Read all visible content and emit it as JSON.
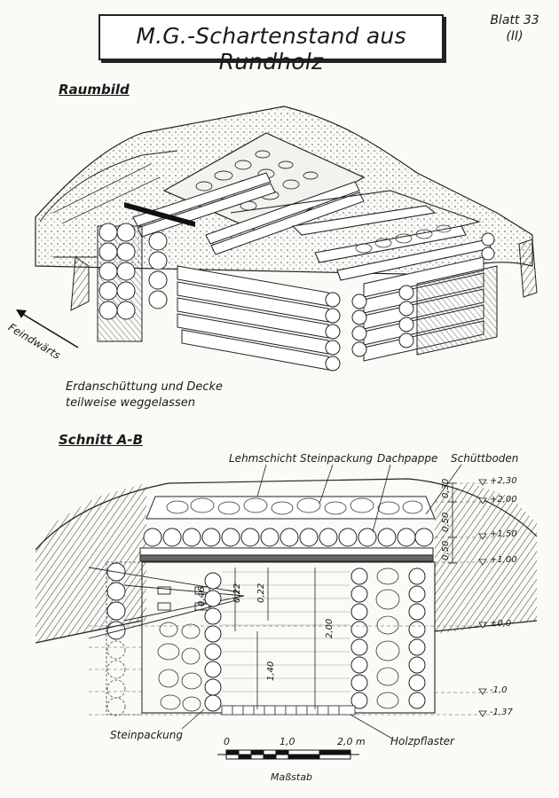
{
  "title": "M.G.-Schartenstand aus Rundholz",
  "sheet": {
    "line1": "Blatt 33",
    "line2": "(II)"
  },
  "raumbild": {
    "heading": "Raumbild",
    "direction_label": "Feindwärts",
    "caption_line1": "Erdanschüttung und Decke",
    "caption_line2": "teilweise weggelassen"
  },
  "schnitt": {
    "heading": "Schnitt A-B",
    "labels": {
      "lehmschicht": "Lehmschicht",
      "steinpackung_top": "Steinpackung",
      "dachpappe": "Dachpappe",
      "schuttboden": "Schüttboden",
      "steinpackung_bottom": "Steinpackung",
      "holzpflaster": "Holzpflaster"
    },
    "elevations": [
      "+2,30",
      "+2,00",
      "+1,50",
      "+1,00",
      "±0,0",
      "-1,0",
      "-1,37"
    ],
    "dimensions": [
      "0,30",
      "0,50",
      "0,50",
      "0,22",
      "0,22",
      "0,46",
      "2,00",
      "1,40"
    ]
  },
  "scale": {
    "ticks": [
      "0",
      "1,0",
      "2,0 m"
    ],
    "label": "Maßstab"
  },
  "colors": {
    "ink": "#1a1a1a",
    "paper": "#fbfaf7"
  }
}
